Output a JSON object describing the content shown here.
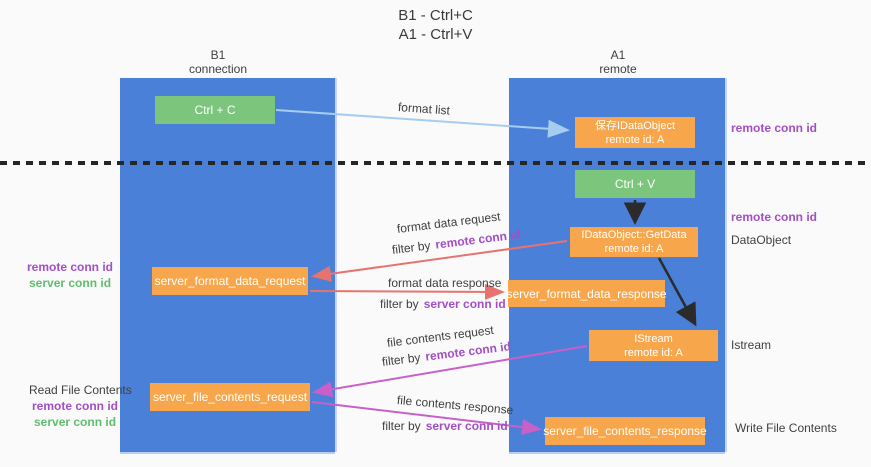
{
  "title": {
    "line1": "B1 - Ctrl+C",
    "line2": "A1 - Ctrl+V"
  },
  "lanes": {
    "left": {
      "title": "B1",
      "subtitle": "connection"
    },
    "right": {
      "title": "A1",
      "subtitle": "remote"
    }
  },
  "nodes": {
    "ctrl_c": {
      "label": "Ctrl + C"
    },
    "ctrl_v": {
      "label": "Ctrl + V"
    },
    "save_dataobject": {
      "line1": "保存IDataObject",
      "line2": "remote id: A"
    },
    "getdata": {
      "line1": "IDataObject::GetData",
      "line2": "remote id: A"
    },
    "istream": {
      "line1": "IStream",
      "line2": "remote id: A"
    },
    "server_format_data_request": {
      "label": "server_format_data_request"
    },
    "server_format_data_response": {
      "label": "server_format_data_response"
    },
    "server_file_contents_request": {
      "label": "server_file_contents_request"
    },
    "server_file_contents_response": {
      "label": "server_file_contents_response"
    }
  },
  "side_labels": {
    "right_remote_conn_id_top": "remote conn id",
    "right_remote_conn_id_mid": "remote conn id",
    "dataobject": "DataObject",
    "istream": "Istream",
    "write_file_contents": "Write File Contents",
    "left_remote_conn_id_1": "remote conn id",
    "left_server_conn_id_1": "server conn id",
    "read_file_contents": "Read File Contents",
    "left_remote_conn_id_2": "remote conn id",
    "left_server_conn_id_2": "server conn id"
  },
  "flow_labels": {
    "format_list": "format list",
    "format_data_request": "format data request",
    "filter_by_prefix_1": "filter by",
    "filter_by_key_1": "remote conn id",
    "format_data_response": "format data response",
    "filter_by_prefix_2": "filter by",
    "filter_by_key_2": "server conn id",
    "file_contents_request": "file contents request",
    "filter_by_prefix_3": "filter by",
    "filter_by_key_3": "remote conn id",
    "file_contents_response": "file contents response",
    "filter_by_prefix_4": "filter by",
    "filter_by_key_4": "server conn id"
  },
  "colors": {
    "lane_blue": "#4a80d8",
    "node_orange": "#f7a64b",
    "node_green": "#7cc57d",
    "arrow_salmon": "#e8736e",
    "arrow_magenta": "#c95fc9",
    "arrow_lightblue": "#a6cdef",
    "arrow_black": "#2b2b2b",
    "label_purple": "#a34fc4",
    "label_green": "#5fbe6e"
  }
}
